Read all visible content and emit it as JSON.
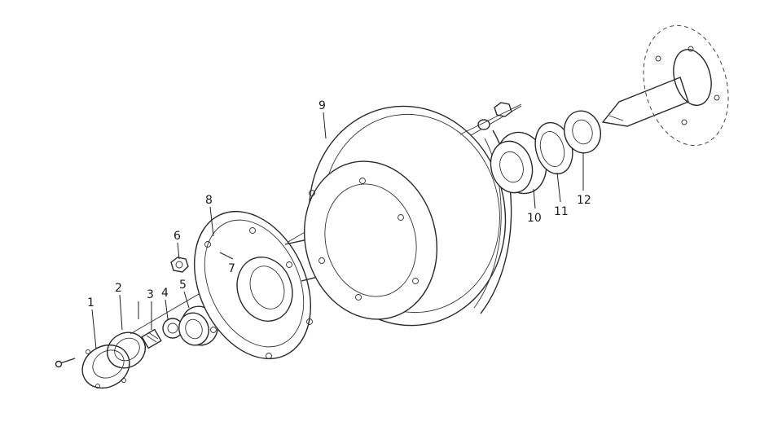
{
  "diagram": {
    "type": "exploded-assembly",
    "callouts": [
      "1",
      "2",
      "3",
      "4",
      "5",
      "6",
      "7",
      "8",
      "9",
      "10",
      "11",
      "12"
    ]
  }
}
